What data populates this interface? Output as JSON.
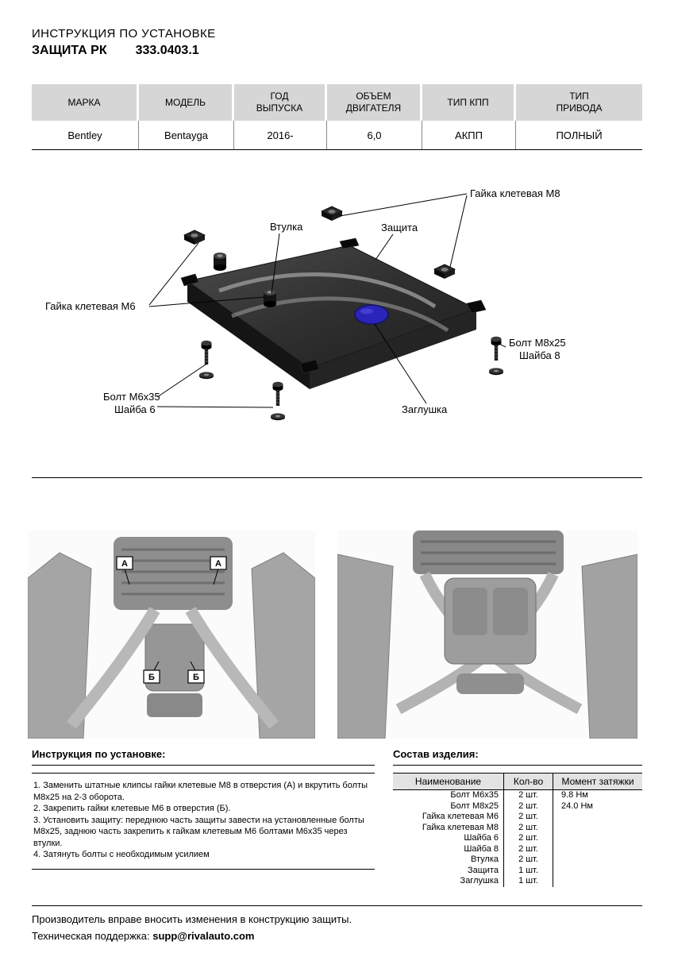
{
  "header": {
    "title": "ИНСТРУКЦИЯ ПО УСТАНОВКЕ",
    "product": "ЗАЩИТА РК",
    "article": "333.0403.1"
  },
  "spec_table": {
    "headers": [
      "МАРКА",
      "МОДЕЛЬ",
      "ГОД\nВЫПУСКА",
      "ОБЪЕМ\nДВИГАТЕЛЯ",
      "ТИП КПП",
      "ТИП\nПРИВОДА"
    ],
    "values": [
      "Bentley",
      "Bentayga",
      "2016-",
      "6,0",
      "АКПП",
      "ПОЛНЫЙ"
    ]
  },
  "diagram": {
    "labels": {
      "cage_nut_m8": "Гайка  клетевая М8",
      "bushing": "Втулка",
      "shield": "Защита",
      "cage_nut_m6": "Гайка клетевая М6",
      "bolt_m8": "Болт М8х25",
      "washer_8": "Шайба 8",
      "bolt_m6": "Болт М6х35",
      "washer_6": "Шайба 6",
      "plug": "Заглушка"
    },
    "plug_color": "#2b24b8"
  },
  "photos": {
    "marker_a": "А",
    "marker_b": "Б"
  },
  "instructions": {
    "title": "Инструкция по установке:",
    "steps": [
      "1. Заменить штатные клипсы гайки клетевые М8 в отверстия (А) и вкрутить болты М8х25 на 2-3 оборота.",
      "2. Закрепить гайки клетевые М6 в отверстия (Б).",
      "3. Установить защиту: переднюю часть защиты завести на установленные болты М8х25, заднюю часть закрепить к гайкам клетевым М6 болтами М6х35 через втулки.",
      "4. Затянуть болты с необходимым усилием"
    ]
  },
  "composition": {
    "title": "Состав изделия:",
    "headers": [
      "Наименование",
      "Кол-во",
      "Момент затяжки"
    ],
    "rows": [
      {
        "name": "Болт М6х35",
        "qty": "2 шт.",
        "torque": "9.8 Нм"
      },
      {
        "name": "Болт М8х25",
        "qty": "2 шт.",
        "torque": "24.0 Нм"
      },
      {
        "name": "Гайка клетевая М6",
        "qty": "2 шт.",
        "torque": ""
      },
      {
        "name": "Гайка клетевая М8",
        "qty": "2 шт.",
        "torque": ""
      },
      {
        "name": "Шайба 6",
        "qty": "2 шт.",
        "torque": ""
      },
      {
        "name": "Шайба 8",
        "qty": "2 шт.",
        "torque": ""
      },
      {
        "name": "Втулка",
        "qty": "2 шт.",
        "torque": ""
      },
      {
        "name": "Защита",
        "qty": "1 шт.",
        "torque": ""
      },
      {
        "name": "Заглушка",
        "qty": "1 шт.",
        "torque": ""
      }
    ]
  },
  "footer": {
    "line1": "Производитель вправе вносить изменения в конструкцию защиты.",
    "support_label": "Техническая поддержка:",
    "email": "supp@rivalauto.com"
  }
}
